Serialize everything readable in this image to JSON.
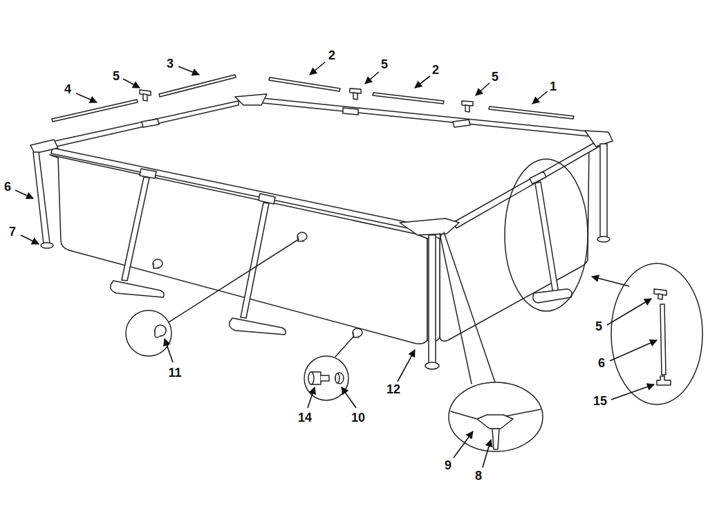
{
  "diagram": {
    "labels": [
      "4",
      "5",
      "3",
      "2",
      "5",
      "2",
      "5",
      "1",
      "6",
      "7",
      "11",
      "14",
      "10",
      "12",
      "9",
      "8",
      "5",
      "6",
      "15"
    ]
  }
}
